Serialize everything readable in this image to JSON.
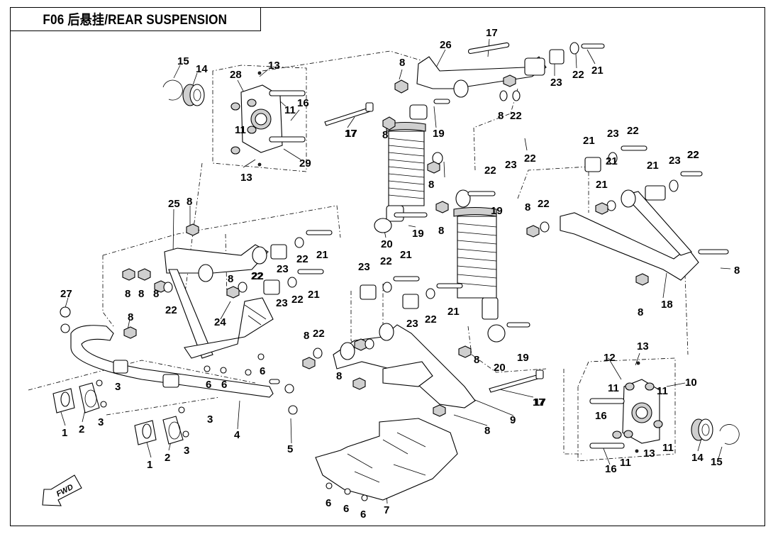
{
  "title": "F06 后悬挂/REAR SUSPENSION",
  "fwd_label": "FWD",
  "callouts": [
    "15",
    "14",
    "13",
    "28",
    "11",
    "16",
    "11",
    "29",
    "13",
    "17",
    "8",
    "26",
    "17",
    "21",
    "23",
    "22",
    "8",
    "22",
    "8",
    "19",
    "17",
    "8",
    "22",
    "23",
    "22",
    "21",
    "23",
    "22",
    "21",
    "22",
    "21",
    "23",
    "22",
    "21",
    "8",
    "22",
    "8",
    "19",
    "25",
    "8",
    "8",
    "22",
    "20",
    "19",
    "27",
    "8",
    "8",
    "8",
    "22",
    "23",
    "22",
    "21",
    "22",
    "23",
    "22",
    "21",
    "23",
    "22",
    "21",
    "23",
    "22",
    "21",
    "8",
    "24",
    "8",
    "22",
    "8",
    "20",
    "6",
    "6",
    "6",
    "8",
    "8",
    "19",
    "17",
    "18",
    "8",
    "12",
    "13",
    "10",
    "11",
    "11",
    "16",
    "11",
    "14",
    "15",
    "1",
    "2",
    "3",
    "3",
    "1",
    "2",
    "3",
    "3",
    "4",
    "5",
    "9",
    "17",
    "8",
    "7",
    "6",
    "6",
    "6",
    "16",
    "11",
    "13"
  ]
}
